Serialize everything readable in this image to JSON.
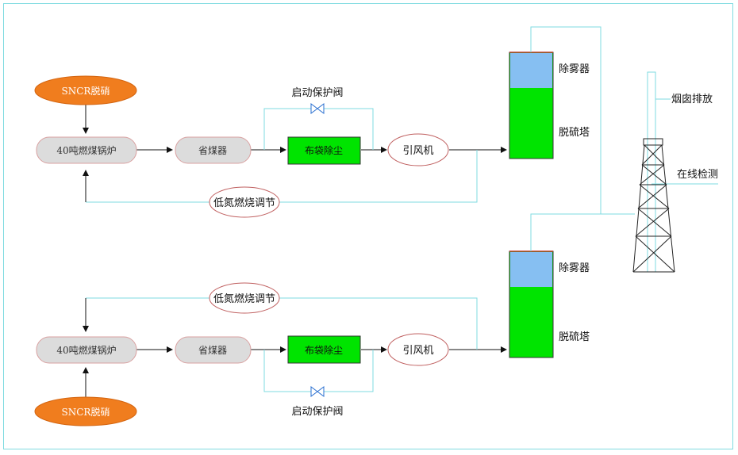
{
  "top": {
    "sncr": "SNCR脱硝",
    "boiler": "40吨燃煤锅炉",
    "economizer": "省煤器",
    "baghouse": "布袋除尘",
    "bypass_valve": "启动保护阀",
    "fan": "引风机",
    "low_nox": "低氮燃烧调节",
    "demister": "除雾器",
    "desulfur_tower": "脱硫塔"
  },
  "bottom": {
    "sncr": "SNCR脱硝",
    "boiler": "40吨燃煤锅炉",
    "economizer": "省煤器",
    "baghouse": "布袋除尘",
    "bypass_valve": "启动保护阀",
    "fan": "引风机",
    "low_nox": "低氮燃烧调节",
    "demister": "除雾器",
    "desulfur_tower": "脱硫塔"
  },
  "chimney": {
    "exhaust": "烟囱排放",
    "online_monitor": "在线检测"
  },
  "colors": {
    "orange": "#f07d1e",
    "gray_fill": "#dcdcdc",
    "green": "#00e400",
    "light_blue": "#86bff2",
    "cyan_line": "#7fdbe0"
  }
}
